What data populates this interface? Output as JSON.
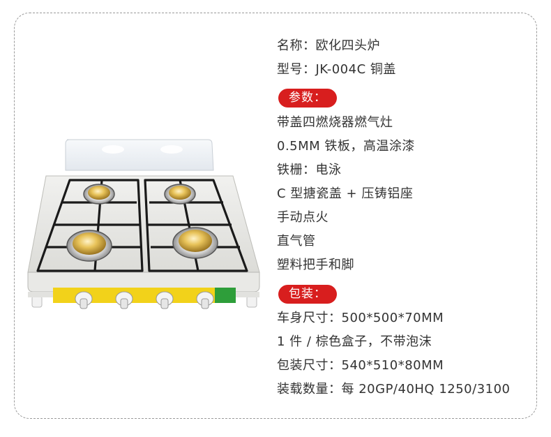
{
  "product": {
    "name_label": "名称：",
    "name_value": "欧化四头炉",
    "model_label": "型号：",
    "model_value": "JK-004C 铜盖"
  },
  "params": {
    "badge": "参数：",
    "items": [
      "带盖四燃烧器燃气灶",
      "0.5MM 铁板，高温涂漆",
      "铁栅：电泳",
      "C 型搪瓷盖 + 压铸铝座",
      "手动点火",
      "直气管",
      "塑料把手和脚"
    ]
  },
  "packing": {
    "badge": "包装：",
    "items": [
      "车身尺寸：500*500*70MM",
      "1 件 / 棕色盒子，不带泡沫",
      "包装尺寸：540*510*80MM",
      "装载数量：每 20GP/40HQ 1250/3100"
    ]
  },
  "colors": {
    "badge": "#d81e1e",
    "border": "#9a9a9a",
    "text": "#333333",
    "panel_yellow": "#f2d21a",
    "panel_green": "#2e9e3a",
    "brass": "#d8b24a"
  }
}
